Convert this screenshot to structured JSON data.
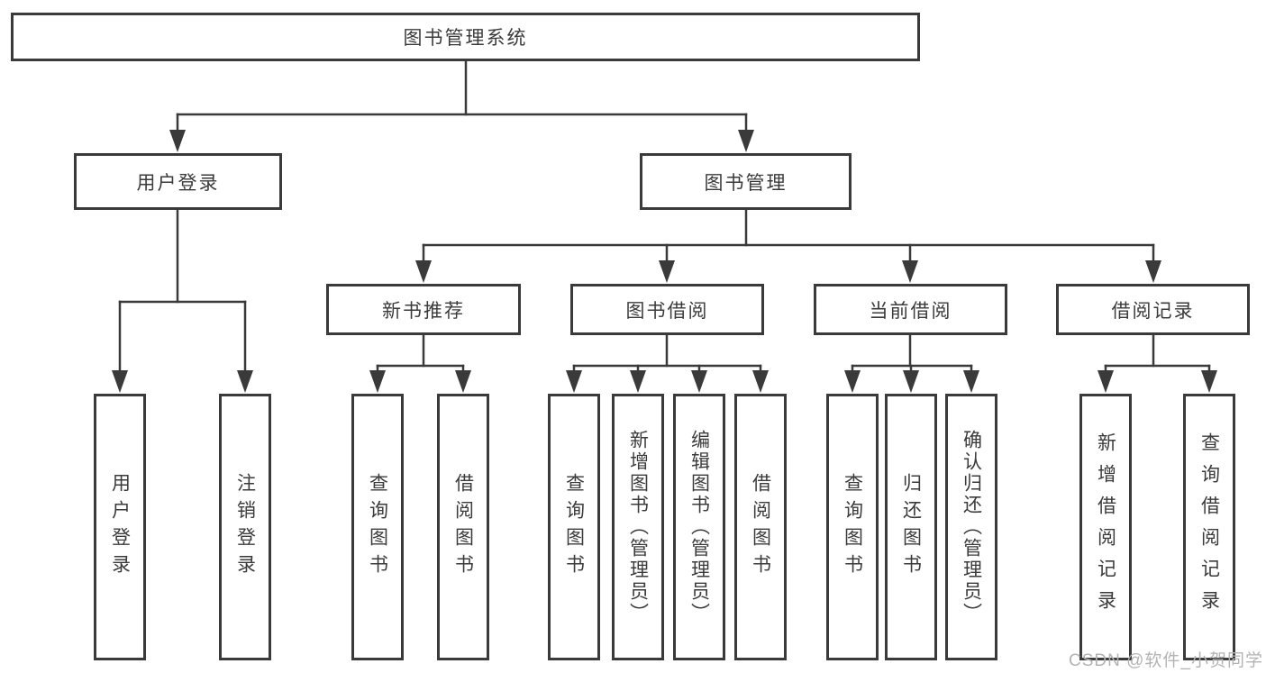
{
  "nodes": {
    "root": {
      "label": "图书管理系统"
    },
    "user_login_branch": {
      "label": "用户登录"
    },
    "book_mgmt_branch": {
      "label": "图书管理"
    },
    "new_books": {
      "label": "新书推荐"
    },
    "book_borrow": {
      "label": "图书借阅"
    },
    "current_borrow": {
      "label": "当前借阅"
    },
    "borrow_records": {
      "label": "借阅记录"
    },
    "leaf_user_login": {
      "label": "用户登录"
    },
    "leaf_logout": {
      "label": "注销登录"
    },
    "leaf_newbooks_query": {
      "label": "查询图书"
    },
    "leaf_newbooks_borrow": {
      "label": "借阅图书"
    },
    "leaf_borrow_query": {
      "label": "查询图书"
    },
    "leaf_borrow_add": {
      "label": "新增图书（管理员）"
    },
    "leaf_borrow_edit": {
      "label": "编辑图书（管理员）"
    },
    "leaf_borrow_borrow": {
      "label": "借阅图书"
    },
    "leaf_current_query": {
      "label": "查询图书"
    },
    "leaf_current_return": {
      "label": "归还图书"
    },
    "leaf_current_confirm": {
      "label": "确认归还（管理员）"
    },
    "leaf_records_add": {
      "label": "新增借阅记录"
    },
    "leaf_records_query": {
      "label": "查询借阅记录"
    }
  },
  "watermark": "CSDN @软件_小贺同学",
  "colors": {
    "line": "#3a3a3a",
    "text": "#3b3b3b",
    "watermark": "#b3b3b3",
    "background": "#ffffff"
  }
}
